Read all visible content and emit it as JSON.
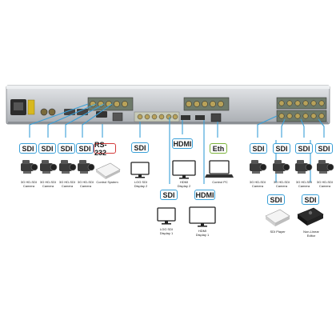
{
  "tags": {
    "sdi": "SDI",
    "rs232": "RS-232",
    "hdmi": "HDMI",
    "eth": "Eth"
  },
  "colors": {
    "sdi": "#3aa0d8",
    "rs232": "#d43a3a",
    "eth": "#7bb33a",
    "chassis": "#c9ccd0"
  },
  "captions": {
    "cam3g_a": "3G HD-SDI Camera",
    "cam3g_b": "3G HD-SDI Camera",
    "cam3g_c": "3G HD-SDI Camera",
    "cam3g_d": "3G HD-SDI Camera",
    "control_system": "Control System",
    "lsdi_display2": "LOG SDI Display 2",
    "hdmi_display2": "HDMI Display 2",
    "control_pc": "Control PC",
    "lsdi_display1": "LOG SDI Display 1",
    "hdmi_display1": "HDMI Display 1",
    "cam3g_e": "3G HD-SDI Camera",
    "cam3g_f": "3G HD-SDI Camera",
    "cam3g_g": "3G HD-SDI Camera",
    "cam3g_h": "3G HD-SDI Camera",
    "sdi_player": "SDI Player",
    "nle": "Non-Linear Editor"
  },
  "icons": [
    "sdi-camera-icon",
    "control-system-icon",
    "monitor-icon",
    "laptop-icon",
    "sdi-player-icon",
    "editor-icon",
    "rack-chassis-icon"
  ]
}
